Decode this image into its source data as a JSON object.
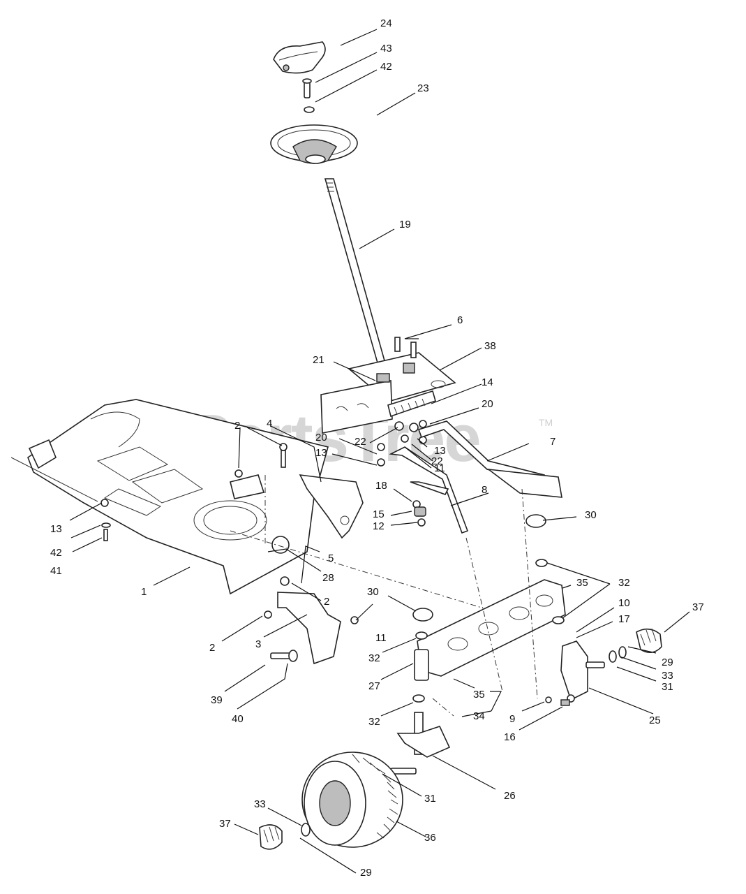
{
  "watermark": {
    "brand": "PartsTree",
    "trademark": "TM"
  },
  "callouts": [
    {
      "label": "24"
    },
    {
      "label": "43"
    },
    {
      "label": "42"
    },
    {
      "label": "23"
    },
    {
      "label": "19"
    },
    {
      "label": "6"
    },
    {
      "label": "38"
    },
    {
      "label": "21"
    },
    {
      "label": "14"
    },
    {
      "label": "20"
    },
    {
      "label": "7"
    },
    {
      "label": "22"
    },
    {
      "label": "13"
    },
    {
      "label": "22"
    },
    {
      "label": "20"
    },
    {
      "label": "13"
    },
    {
      "label": "11"
    },
    {
      "label": "4"
    },
    {
      "label": "2"
    },
    {
      "label": "8"
    },
    {
      "label": "18"
    },
    {
      "label": "15"
    },
    {
      "label": "12"
    },
    {
      "label": "30"
    },
    {
      "label": "13"
    },
    {
      "label": "42"
    },
    {
      "label": "41"
    },
    {
      "label": "5"
    },
    {
      "label": "28"
    },
    {
      "label": "1"
    },
    {
      "label": "32"
    },
    {
      "label": "35"
    },
    {
      "label": "2"
    },
    {
      "label": "30"
    },
    {
      "label": "10"
    },
    {
      "label": "37"
    },
    {
      "label": "17"
    },
    {
      "label": "2"
    },
    {
      "label": "11"
    },
    {
      "label": "3"
    },
    {
      "label": "32"
    },
    {
      "label": "29"
    },
    {
      "label": "33"
    },
    {
      "label": "27"
    },
    {
      "label": "31"
    },
    {
      "label": "39"
    },
    {
      "label": "35"
    },
    {
      "label": "40"
    },
    {
      "label": "34"
    },
    {
      "label": "9"
    },
    {
      "label": "25"
    },
    {
      "label": "32"
    },
    {
      "label": "16"
    },
    {
      "label": "26"
    },
    {
      "label": "31"
    },
    {
      "label": "33"
    },
    {
      "label": "37"
    },
    {
      "label": "36"
    },
    {
      "label": "29"
    }
  ]
}
